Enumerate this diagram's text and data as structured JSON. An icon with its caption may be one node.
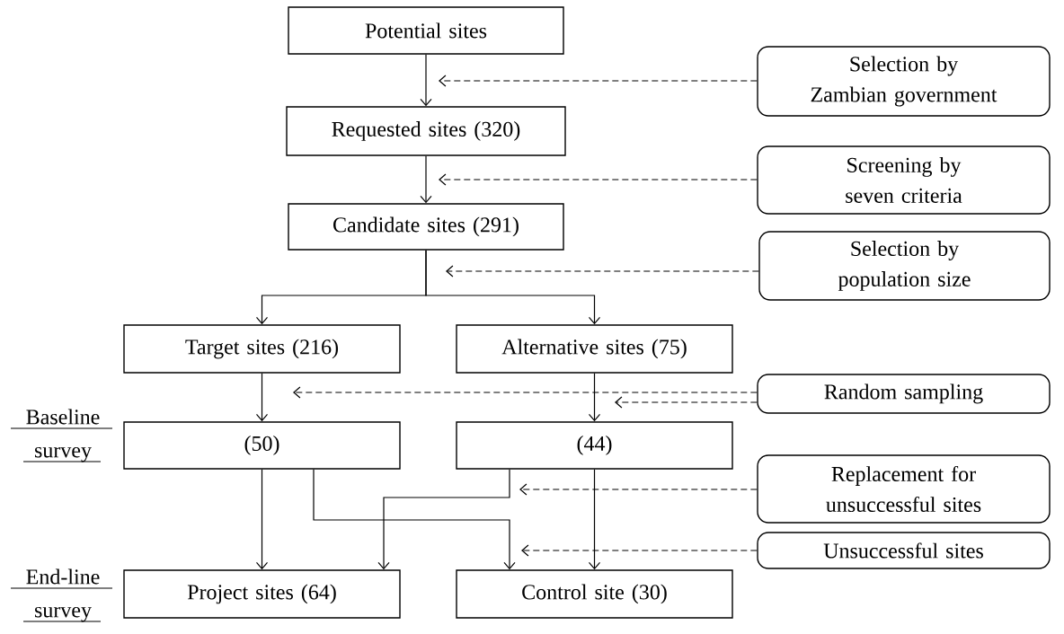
{
  "diagram": {
    "nodes": [
      {
        "text": [
          "Potential sites"
        ]
      },
      {
        "text": [
          "Requested sites (320)"
        ]
      },
      {
        "text": [
          "Candidate sites (291)"
        ]
      },
      {
        "text": [
          "Target sites (216)"
        ]
      },
      {
        "text": [
          "Alternative sites (75)"
        ]
      },
      {
        "text": [
          "(50)"
        ]
      },
      {
        "text": [
          "(44)"
        ]
      },
      {
        "text": [
          "Project sites  (64)"
        ]
      },
      {
        "text": [
          "Control site (30)"
        ]
      },
      {
        "text": [
          "Selection by Zambian government"
        ]
      },
      {
        "text": [
          "Screening by seven criteria"
        ]
      },
      {
        "text": [
          "Selection by population size"
        ]
      },
      {
        "text": [
          "Random sampling"
        ]
      },
      {
        "text": [
          "Replacement for unsuccessful sites"
        ]
      },
      {
        "text": [
          "Unsuccessful sites"
        ]
      }
    ],
    "edges": [
      {
        "from": 0,
        "to": 1,
        "arrow": "to"
      },
      {
        "from": 1,
        "to": 2,
        "arrow": "to"
      },
      {
        "from": 2,
        "to": 3,
        "arrow": "to"
      },
      {
        "from": 2,
        "to": 4,
        "arrow": "to"
      },
      {
        "from": 3,
        "to": 5,
        "arrow": "to"
      },
      {
        "from": 4,
        "to": 6,
        "arrow": "to"
      },
      {
        "from": 5,
        "to": 7,
        "arrow": "to"
      },
      {
        "from": 5,
        "to": 8,
        "arrow": "to"
      },
      {
        "from": 6,
        "to": 7,
        "arrow": "to"
      },
      {
        "from": 6,
        "to": 8,
        "arrow": "to"
      },
      {
        "from": 9,
        "to": null,
        "arrow": "to",
        "style": "dashed"
      },
      {
        "from": 10,
        "to": null,
        "arrow": "to",
        "style": "dashed"
      },
      {
        "from": 11,
        "to": null,
        "arrow": "to",
        "style": "dashed"
      },
      {
        "from": 12,
        "to": null,
        "arrow": "to",
        "style": "dashed"
      },
      {
        "from": 12,
        "to": null,
        "arrow": "to",
        "style": "dashed"
      },
      {
        "from": 13,
        "to": null,
        "arrow": "to",
        "style": "dashed"
      },
      {
        "from": 14,
        "to": null,
        "arrow": "to",
        "style": "dashed"
      }
    ],
    "labels": [
      "Baseline survey",
      "End-line survey"
    ]
  }
}
